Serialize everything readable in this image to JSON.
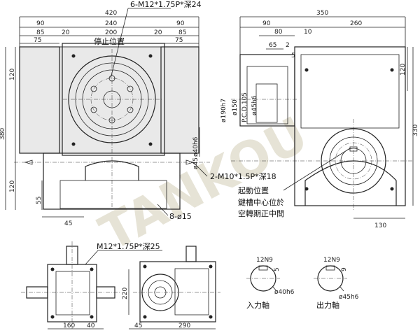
{
  "dims": {
    "top_420": "420",
    "top_90_left": "90",
    "top_240": "240",
    "top_90_right": "90",
    "top_85_left": "85",
    "top_20_left": "20",
    "top_200": "200",
    "top_20_right": "20",
    "top_85_right": "85",
    "top_75_left": "75",
    "top_75_right": "75",
    "left_120_top": "120",
    "left_380": "380",
    "left_120_bottom": "120",
    "left_55": "55",
    "bottom_45": "45",
    "right_350": "350",
    "right_90": "90",
    "right_260": "260",
    "right_80": "80",
    "right_10": "10",
    "right_65": "65",
    "right_2": "2",
    "right_5": "5",
    "right_150": "150",
    "right_120": "120",
    "right_330": "330",
    "right_130": "130",
    "dia_190": "ø190h7",
    "dia_150": "ø150",
    "pcd_105": "P.C.D.105",
    "dia_45": "ø45h6",
    "dia_40": "ø40h6",
    "dia_45b": "ø45",
    "b_220": "220",
    "b_160": "160",
    "b_40": "40",
    "b_45": "45",
    "b_290": "290",
    "key_12n9_in": "12N9",
    "key_5": "5",
    "key_12n9_out": "12N9",
    "key_9": "9",
    "in_dia40": "ø40h6",
    "out_dia45": "ø45h6"
  },
  "labels": {
    "tapped_top": "6-M12*1.75P*深24",
    "stop_position": "停止位置",
    "tapped_side": "2-M10*1.5P*深18",
    "holes_15": "8-ø15",
    "start_position": "起動位置",
    "keyway_line1": "鍵槽中心位於",
    "keyway_line2": "空轉期正中間",
    "tapped_bottom": "M12*1.75P*深25",
    "input_shaft": "入力軸",
    "output_shaft": "出力軸"
  },
  "watermark": "TANKOU",
  "colors": {
    "line": "#222222",
    "fill": "#e9e9e9",
    "watermark": "#c9c2a6"
  }
}
